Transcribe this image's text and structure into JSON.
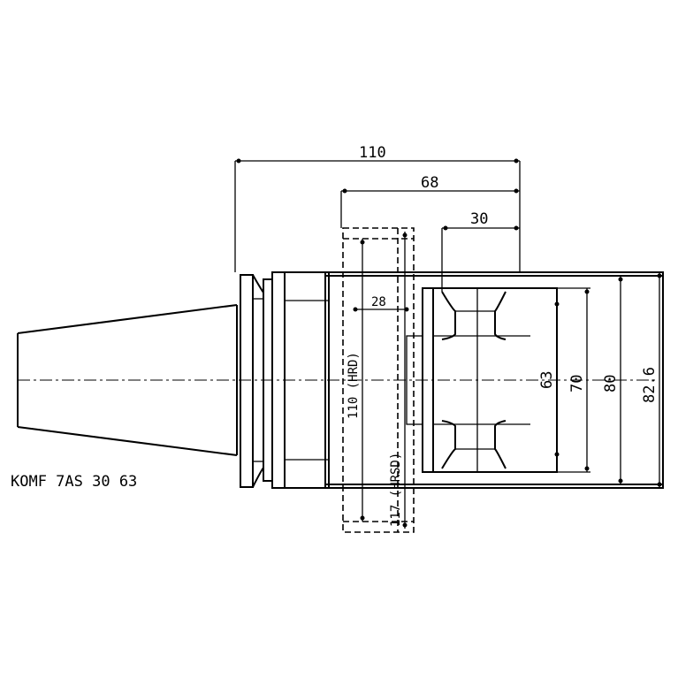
{
  "drawing": {
    "part_label": "KOMF 7AS 30 63",
    "dimensions": {
      "overall_length": "110",
      "length_68": "68",
      "length_30": "30",
      "length_28": "28",
      "dia_63": "63",
      "dia_70": "70",
      "dia_80": "80",
      "dia_82_6": "82.6",
      "alt_length_110": "110 (HRD)",
      "alt_length_117": "117 (HRSD)"
    }
  }
}
